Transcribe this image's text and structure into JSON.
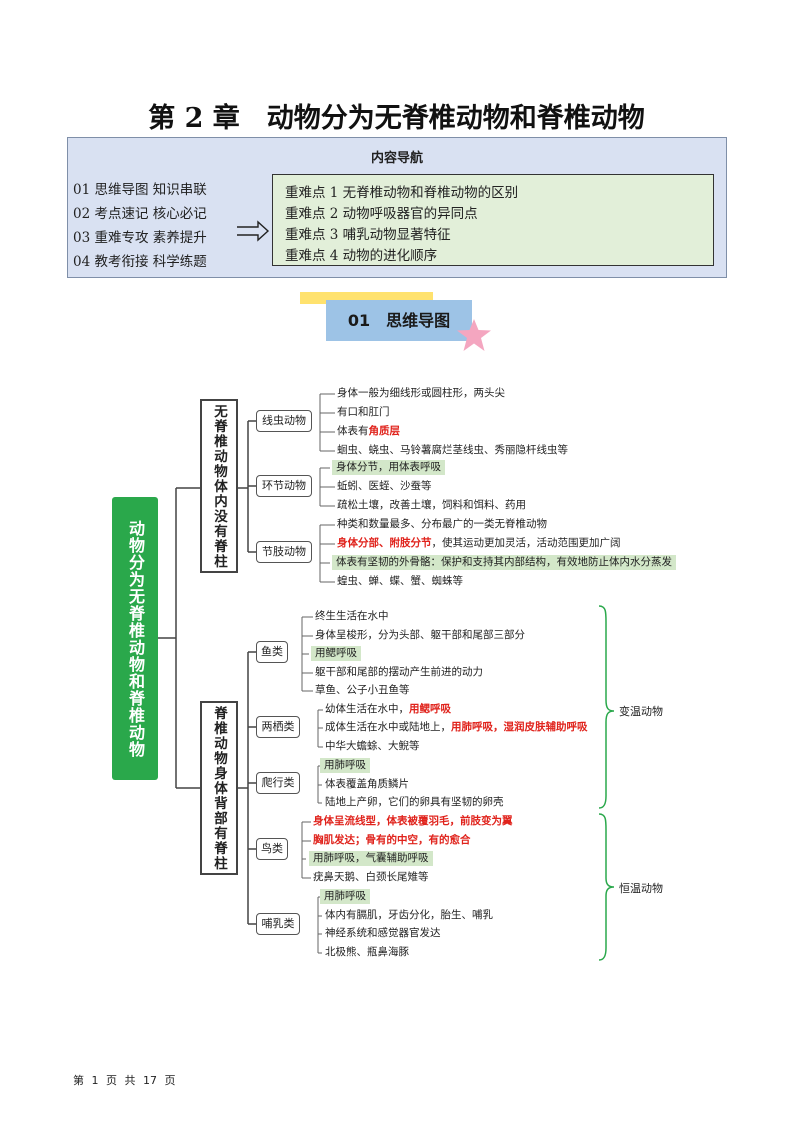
{
  "page_title": "第 2 章　动物分为无脊椎动物和脊椎动物",
  "nav": {
    "heading": "内容导航",
    "items": [
      "01  思维导图  知识串联",
      "02  考点速记  核心必记",
      "03  重难专攻  素养提升",
      "04  教考衔接  科学练题"
    ],
    "points": [
      "重难点 1 无脊椎动物和脊椎动物的区别",
      "重难点 2 动物呼吸器官的异同点",
      "重难点 3 哺乳动物显著特征",
      "重难点 4 动物的进化顺序"
    ]
  },
  "section": {
    "label": "01　思维导图"
  },
  "mindmap": {
    "root": "动物分为无脊椎动物和脊椎动物",
    "invertebrate": {
      "label": "无脊椎动物体内没有脊柱",
      "groups": [
        {
          "name": "线虫动物",
          "items": [
            {
              "text": "身体一般为细线形或圆柱形，两头尖"
            },
            {
              "text": "有口和肛门"
            },
            {
              "text": "体表有",
              "red": "角质层"
            },
            {
              "text": "蛔虫、蛲虫、马铃薯腐烂茎线虫、秀丽隐杆线虫等"
            }
          ]
        },
        {
          "name": "环节动物",
          "items": [
            {
              "text": "身体分节，用体表呼吸",
              "hl": true
            },
            {
              "text": "蚯蚓、医蛭、沙蚕等"
            },
            {
              "text": "疏松土壤，改善土壤，饲料和饵料、药用"
            }
          ]
        },
        {
          "name": "节肢动物",
          "items": [
            {
              "text": "种类和数量最多、分布最广的一类无脊椎动物"
            },
            {
              "red": "身体分部、附肢分节",
              "text2": "，使其运动更加灵活，活动范围更加广阔"
            },
            {
              "text": "体表有坚韧的外骨骼：保护和支持其内部结构，有效地防止体内水分蒸发",
              "hl": true
            },
            {
              "text": "蝗虫、蝉、蝶、蟹、蜘蛛等"
            }
          ]
        }
      ]
    },
    "vertebrate": {
      "label": "脊椎动物身体背部有脊柱",
      "groups": [
        {
          "name": "鱼类",
          "items": [
            {
              "text": "终生生活在水中"
            },
            {
              "text": "身体呈梭形，分为头部、躯干部和尾部三部分"
            },
            {
              "text": "用鳃呼吸",
              "hl": true
            },
            {
              "text": "躯干部和尾部的摆动产生前进的动力"
            },
            {
              "text": "草鱼、公子小丑鱼等"
            }
          ]
        },
        {
          "name": "两栖类",
          "items": [
            {
              "text": "幼体生活在水中，",
              "red": "用鳃呼吸"
            },
            {
              "text": "成体生活在水中或陆地上，",
              "red": "用肺呼吸，湿润皮肤辅助呼吸"
            },
            {
              "text": "中华大蟾蜍、大鲵等"
            }
          ]
        },
        {
          "name": "爬行类",
          "items": [
            {
              "text": "用肺呼吸",
              "hl": true
            },
            {
              "text": "体表覆盖角质鳞片"
            },
            {
              "text": "陆地上产卵，它们的卵具有坚韧的卵壳"
            }
          ]
        },
        {
          "name": "鸟类",
          "items": [
            {
              "red": "身体呈流线型，体表被覆羽毛，前肢变为翼"
            },
            {
              "red": "胸肌发达；骨有的中空，有的愈合"
            },
            {
              "text": "用肺呼吸，气囊辅助呼吸",
              "hl": true
            },
            {
              "text": "疣鼻天鹅、白颈长尾雉等"
            }
          ]
        },
        {
          "name": "哺乳类",
          "items": [
            {
              "text": "用肺呼吸",
              "hl": true
            },
            {
              "text": "体内有膈肌，牙齿分化，胎生、哺乳"
            },
            {
              "text": "神经系统和感觉器官发达"
            },
            {
              "text": "北极熊、瓶鼻海豚"
            }
          ]
        }
      ],
      "temperature": [
        "变温动物",
        "恒温动物"
      ]
    }
  },
  "footer": "第 1 页 共 17 页",
  "colors": {
    "nav_bg": "#d9e1f2",
    "points_bg": "#e2efd9",
    "banner_blue": "#9dc3e6",
    "banner_yellow": "#ffe26e",
    "star_pink": "#f4a6c0",
    "root_green": "#2aa84b",
    "highlight": "#d3e7c9",
    "red": "#e0231c",
    "brace_green": "#2aa84b"
  }
}
